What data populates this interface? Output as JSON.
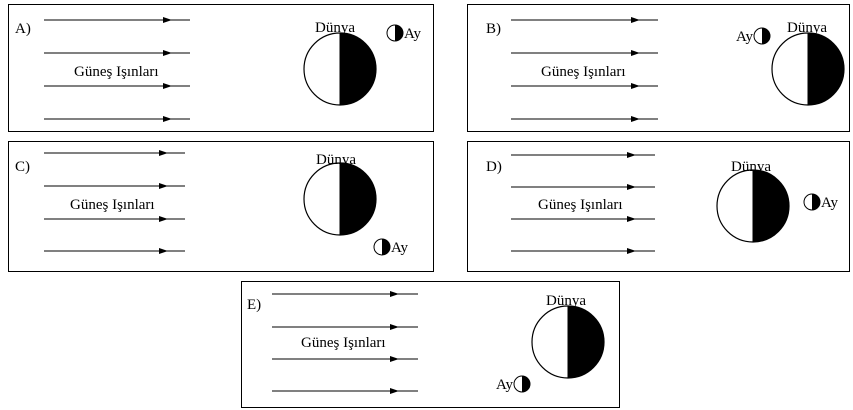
{
  "ray_label": "Güneş Işınları",
  "earth_label": "Dünya",
  "moon_label": "Ay",
  "panels": [
    {
      "letter": "A)"
    },
    {
      "letter": "B)"
    },
    {
      "letter": "C)"
    },
    {
      "letter": "D)"
    },
    {
      "letter": "E)"
    }
  ]
}
